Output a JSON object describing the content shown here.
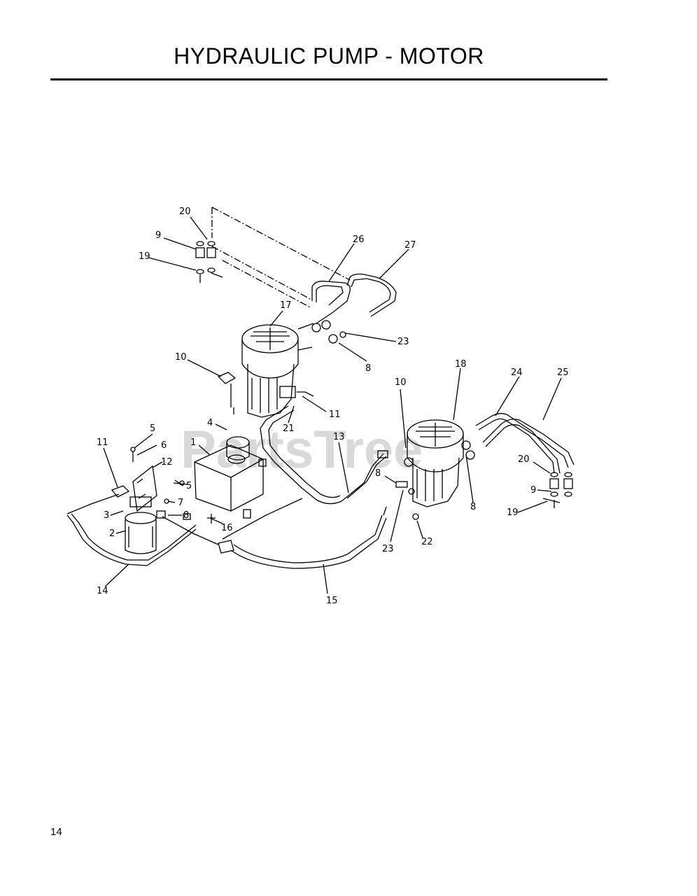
{
  "page": {
    "title": "HYDRAULIC PUMP - MOTOR",
    "page_number": "14"
  },
  "watermark": {
    "text": "PartsTree",
    "color": "#d9d9d9"
  },
  "callouts": [
    "20",
    "9",
    "19",
    "26",
    "27",
    "17",
    "23",
    "8",
    "10",
    "11",
    "21",
    "4",
    "5",
    "6",
    "1",
    "12",
    "13",
    "18",
    "24",
    "25",
    "10",
    "8",
    "20",
    "9",
    "19",
    "11",
    "5",
    "7",
    "8",
    "3",
    "2",
    "16",
    "23",
    "22",
    "14",
    "15",
    "8"
  ],
  "colors": {
    "ink": "#000000",
    "background": "#ffffff"
  }
}
